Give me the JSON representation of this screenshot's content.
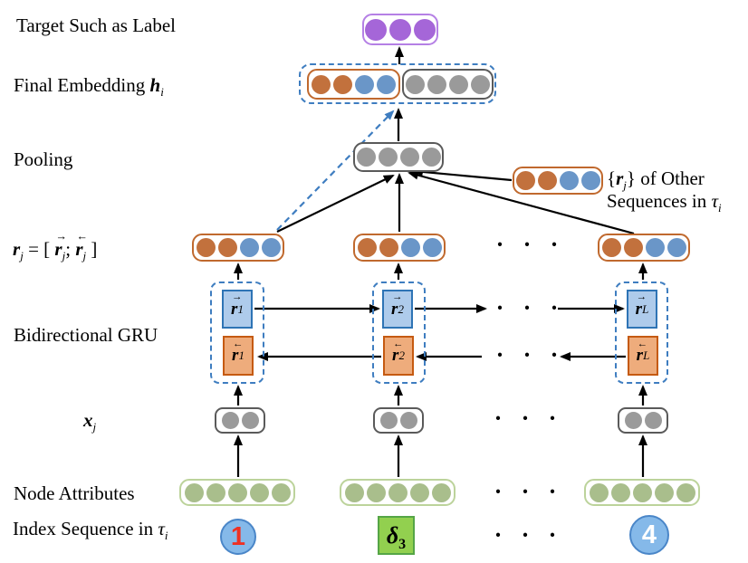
{
  "palette": {
    "dot_orange": "#C2713D",
    "dot_blue": "#6A96C8",
    "dot_gray": "#9A9A9A",
    "dot_purple": "#A566D8",
    "dot_green": "#A9BE8C",
    "border_orange": "#C0692E",
    "border_gray": "#5A5A5A",
    "border_purple": "#B580E5",
    "border_green": "#BCD39B",
    "dashed_blue": "#3E7DC0",
    "gru_fwd_fill": "#AECBEB",
    "gru_fwd_border": "#2E74B5",
    "gru_bwd_fill": "#EEAC7C",
    "gru_bwd_border": "#C55A11",
    "index_circle_fill": "#85B9E9",
    "index_circle_border": "#4A86C8",
    "index_red": "#EE3124",
    "delta_fill": "#92D04F",
    "delta_border": "#55A546",
    "arrow_black": "#000000"
  },
  "ellipsis": "· · ·",
  "labels": {
    "target": "Target Such as Label",
    "final_embedding": {
      "prefix": "Final Embedding ",
      "var": "h",
      "sub": "i"
    },
    "pooling": "Pooling",
    "equation": {
      "lhs": "r",
      "lhs_sub": "j",
      "mid": " = [ ",
      "fwd_arrow": "→",
      "fwd": "r",
      "fwd_sub": "j",
      "semi": "; ",
      "bwd_arrow": "←",
      "bwd": "r",
      "bwd_sub": "j",
      "end": " ]"
    },
    "bigru": "Bidirectional GRU",
    "xj": {
      "var": "x",
      "sub": "j"
    },
    "node_attributes": "Node Attributes",
    "index_sequence": {
      "prefix": "Index Sequence in ",
      "var": "τ",
      "sub": "i"
    },
    "other_sequences": {
      "l1_a": "{",
      "l1_var": "r",
      "l1_sub": "j",
      "l1_b": "} of Other",
      "l2_a": "Sequences in ",
      "l2_var": "τ",
      "l2_sub": "i"
    }
  },
  "gru": {
    "base": "r",
    "fwd_arrow": "→",
    "bwd_arrow": "←",
    "columns": [
      {
        "fwd_sub": "1",
        "bwd_sub": "1"
      },
      {
        "fwd_sub": "2",
        "bwd_sub": "2"
      },
      {
        "fwd_sub": "L",
        "bwd_sub": "L"
      }
    ]
  },
  "index_items": {
    "first": "1",
    "delta": "δ",
    "delta_sub": "3",
    "last": "4"
  },
  "dots": {
    "target": [
      "dot_purple",
      "dot_purple",
      "dot_purple"
    ],
    "final_left": [
      "dot_orange",
      "dot_orange",
      "dot_blue",
      "dot_blue"
    ],
    "final_right": [
      "dot_gray",
      "dot_gray",
      "dot_gray",
      "dot_gray"
    ],
    "pooling": [
      "dot_gray",
      "dot_gray",
      "dot_gray",
      "dot_gray"
    ],
    "other": [
      "dot_orange",
      "dot_orange",
      "dot_blue",
      "dot_blue"
    ],
    "rj_1": [
      "dot_orange",
      "dot_orange",
      "dot_blue",
      "dot_blue"
    ],
    "rj_2": [
      "dot_orange",
      "dot_orange",
      "dot_blue",
      "dot_blue"
    ],
    "rj_L": [
      "dot_orange",
      "dot_orange",
      "dot_blue",
      "dot_blue"
    ],
    "xj_1": [
      "dot_gray",
      "dot_gray"
    ],
    "xj_2": [
      "dot_gray",
      "dot_gray"
    ],
    "xj_L": [
      "dot_gray",
      "dot_gray"
    ],
    "node_1": [
      "dot_green",
      "dot_green",
      "dot_green",
      "dot_green",
      "dot_green"
    ],
    "node_2": [
      "dot_green",
      "dot_green",
      "dot_green",
      "dot_green",
      "dot_green"
    ],
    "node_L": [
      "dot_green",
      "dot_green",
      "dot_green",
      "dot_green",
      "dot_green"
    ]
  }
}
